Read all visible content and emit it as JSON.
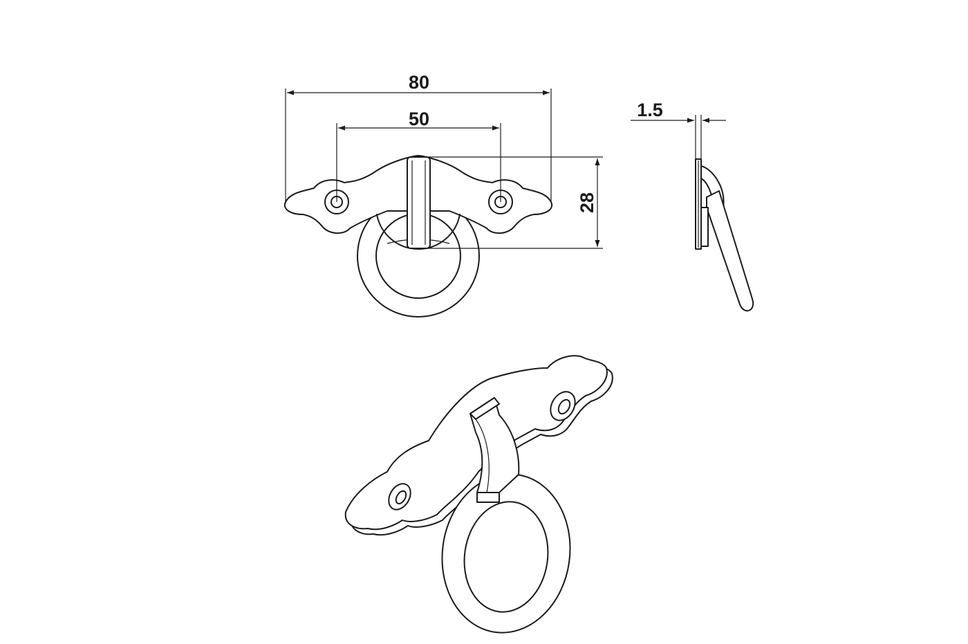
{
  "dimensions": {
    "overall_width": "80",
    "hole_spacing": "50",
    "height": "28",
    "thickness": "1.5"
  },
  "colors": {
    "line": "#1a1a1a",
    "background": "#ffffff"
  }
}
